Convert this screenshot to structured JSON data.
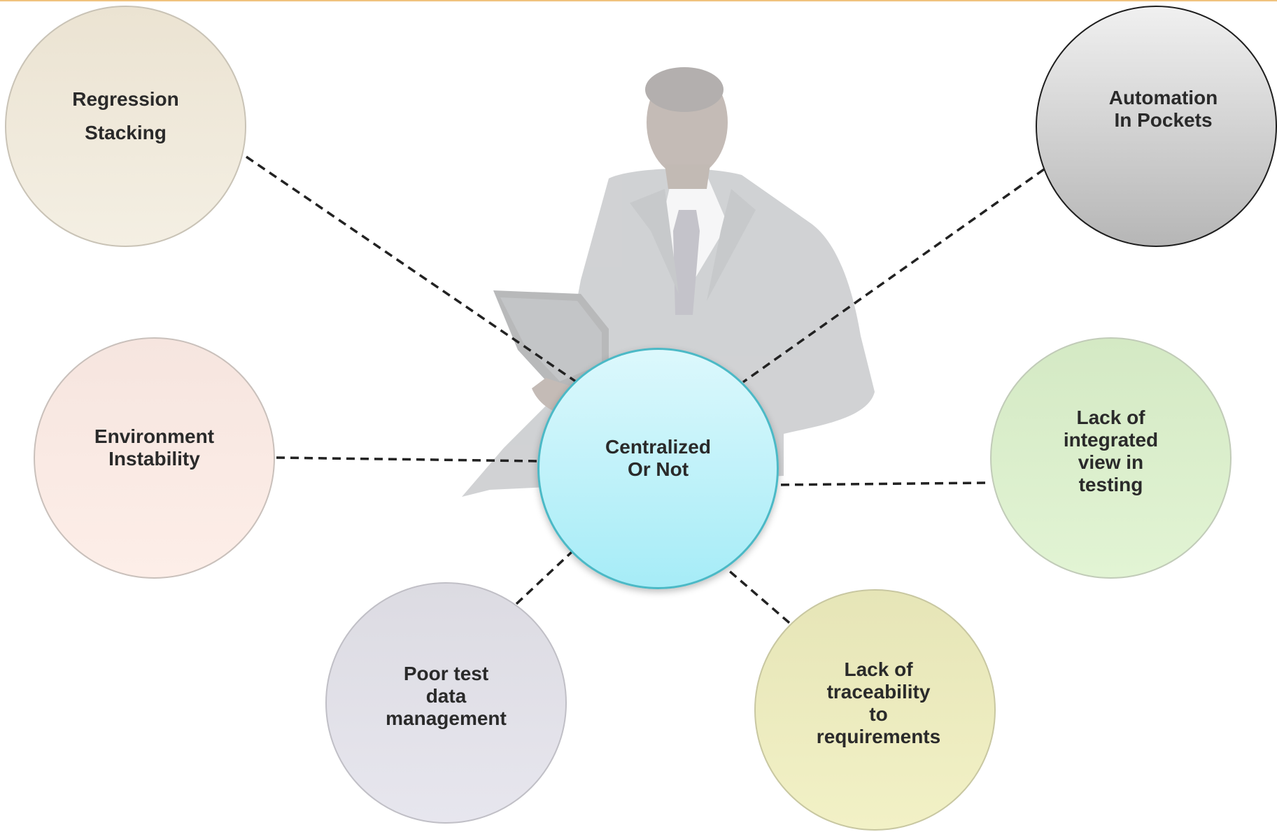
{
  "center": {
    "label": "Centralized\nOr Not"
  },
  "nodes": [
    {
      "id": "regression",
      "label": "Regression\n\nStacking"
    },
    {
      "id": "automation",
      "label": "Automation\nIn Pockets"
    },
    {
      "id": "environment",
      "label": "Environment\nInstability"
    },
    {
      "id": "integrated",
      "label": "Lack of\nintegrated\nview in\ntesting"
    },
    {
      "id": "testdata",
      "label": "Poor test\ndata\nmanagement"
    },
    {
      "id": "traceability",
      "label": "Lack of\ntraceability\nto\nrequirements"
    }
  ],
  "colors": {
    "accent_line": "#e8a33a",
    "center_fill_top": "#d8f7fb",
    "center_fill_bottom": "#a5ecf6",
    "center_border": "#47b7c4",
    "regression": "#efe6d4",
    "automation": "#cfcfcf",
    "environment": "#fbe9e2",
    "integrated": "#dcefcc",
    "testdata": "#e1e0e8",
    "traceability": "#ecebb8"
  },
  "image": {
    "subject": "businessman-with-laptop"
  }
}
